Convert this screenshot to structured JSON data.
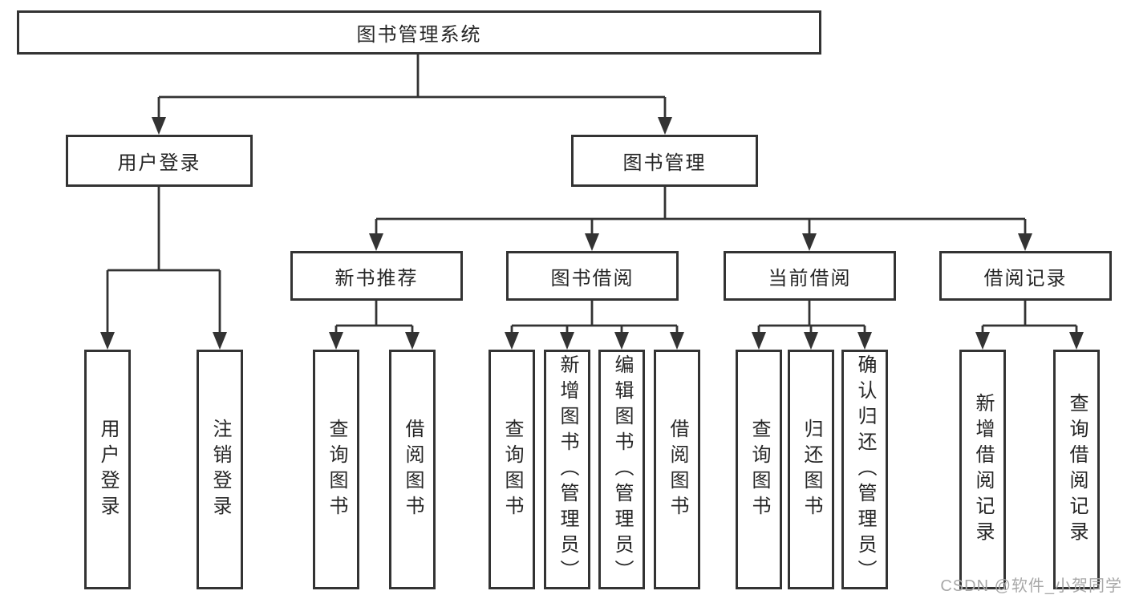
{
  "diagram": {
    "root": {
      "label": "图书管理系统"
    },
    "branches": [
      {
        "label": "用户登录",
        "children": [
          {
            "label": "用户登录"
          },
          {
            "label": "注销登录"
          }
        ]
      },
      {
        "label": "图书管理",
        "children": [
          {
            "label": "新书推荐",
            "children": [
              {
                "label": "查询图书"
              },
              {
                "label": "借阅图书"
              }
            ]
          },
          {
            "label": "图书借阅",
            "children": [
              {
                "label": "查询图书"
              },
              {
                "label": "新增图书（管理员）"
              },
              {
                "label": "编辑图书（管理员）"
              },
              {
                "label": "借阅图书"
              }
            ]
          },
          {
            "label": "当前借阅",
            "children": [
              {
                "label": "查询图书"
              },
              {
                "label": "归还图书"
              },
              {
                "label": "确认归还（管理员）"
              }
            ]
          },
          {
            "label": "借阅记录",
            "children": [
              {
                "label": "新增借阅记录"
              },
              {
                "label": "查询借阅记录"
              }
            ]
          }
        ]
      }
    ]
  },
  "watermark": {
    "text": "CSDN @软件_小贺同学"
  },
  "colors": {
    "line": "#333333",
    "text": "#262626",
    "watermark": "#a8a8a8"
  }
}
